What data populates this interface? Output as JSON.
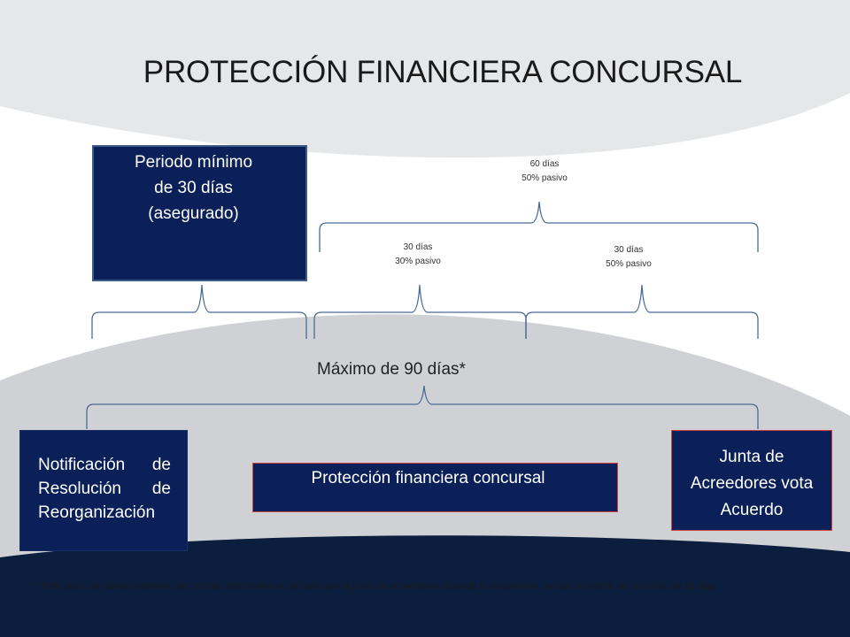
{
  "title": "PROTECCIÓN FINANCIERA CONCURSAL",
  "box_periodo": [
    "Periodo mínimo",
    "de 30 días",
    "(asegurado)"
  ],
  "label_60": [
    "60 días",
    "50% pasivo"
  ],
  "label_30a": [
    "30 días",
    "30% pasivo"
  ],
  "label_30b": [
    "30 días",
    "50% pasivo"
  ],
  "maximo": "Máximo de 90 días*",
  "box_notificacion": [
    "Notificación de",
    "Resolución de",
    "Reorganización"
  ],
  "box_proteccion": "Protección financiera concursal",
  "box_junta": [
    "Junta de",
    "Acreedores vota",
    "Acuerdo"
  ],
  "footnote": "* Este plazo se puede extender por 10 días adicionales en el caso que la junta de acreedores acuerde la suspensión, la cual no podrá ser por más de 10 días.",
  "colors": {
    "box_fill": "#0b2058",
    "band_dark": "#0c1e3e",
    "band_grey": "#d4d6da",
    "brace": "#4a6a96"
  }
}
